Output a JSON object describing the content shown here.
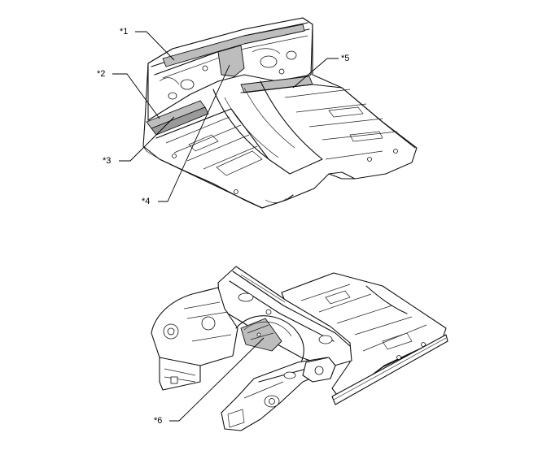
{
  "callouts": [
    {
      "id": "1",
      "text": "*1"
    },
    {
      "id": "2",
      "text": "*2"
    },
    {
      "id": "3",
      "text": "*3"
    },
    {
      "id": "4",
      "text": "*4"
    },
    {
      "id": "5",
      "text": "*5"
    },
    {
      "id": "6",
      "text": "*6"
    }
  ],
  "colors": {
    "line": "#111111",
    "highlight": "#bdbdbd",
    "background": "#ffffff"
  }
}
